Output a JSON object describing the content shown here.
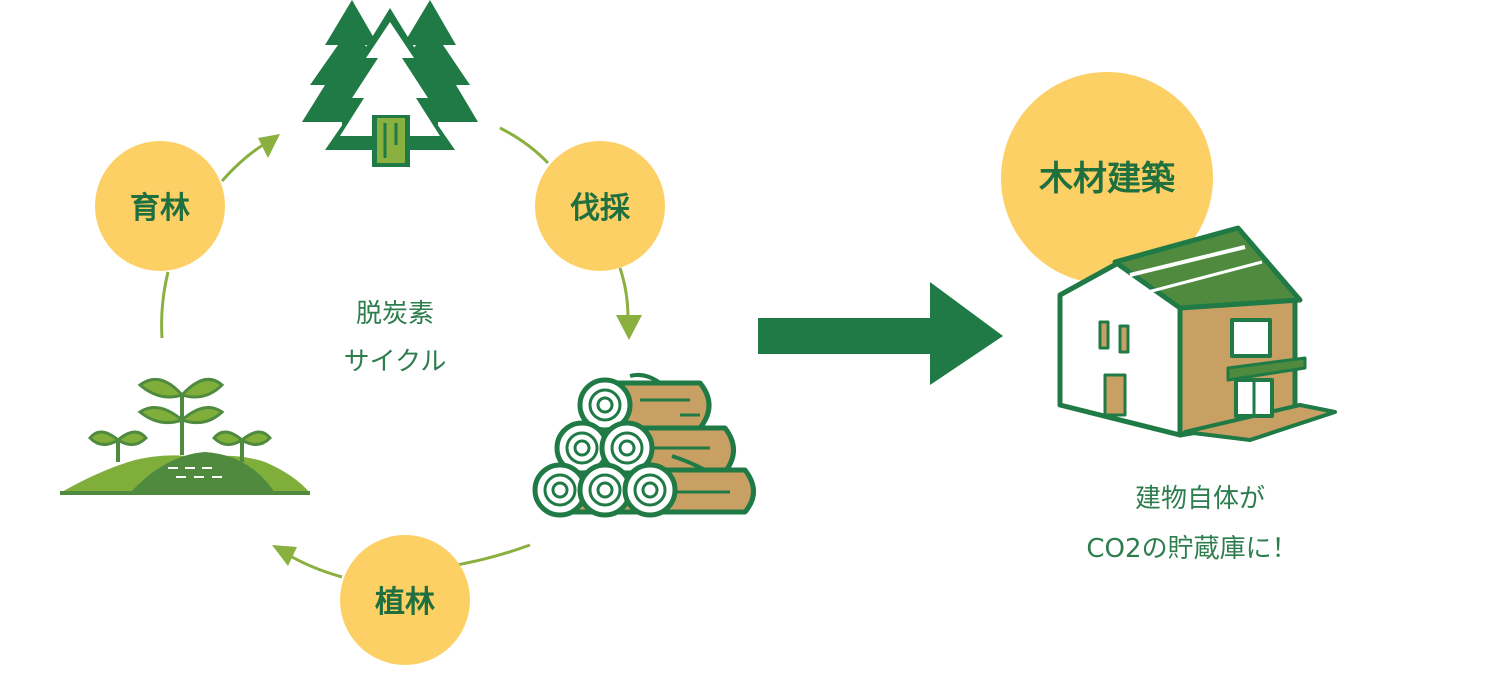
{
  "cycle": {
    "center_line1": "脱炭素",
    "center_line2": "サイクル",
    "stages": {
      "ikurin": "育林",
      "bassai": "伐採",
      "shokurin": "植林"
    }
  },
  "building": {
    "badge": "木材建築",
    "caption_line1": "建物自体が",
    "caption_line2": "CO2の貯蔵庫に！"
  },
  "colors": {
    "dark_green": "#1f7a45",
    "mid_green": "#4f8a3f",
    "light_green": "#7faf3a",
    "yellow": "#fcd065",
    "wood": "#c8a064",
    "text_green": "#2e7d4f"
  },
  "icons": [
    "forest-icon",
    "logs-icon",
    "seedling-icon",
    "house-icon",
    "right-arrow-icon"
  ]
}
